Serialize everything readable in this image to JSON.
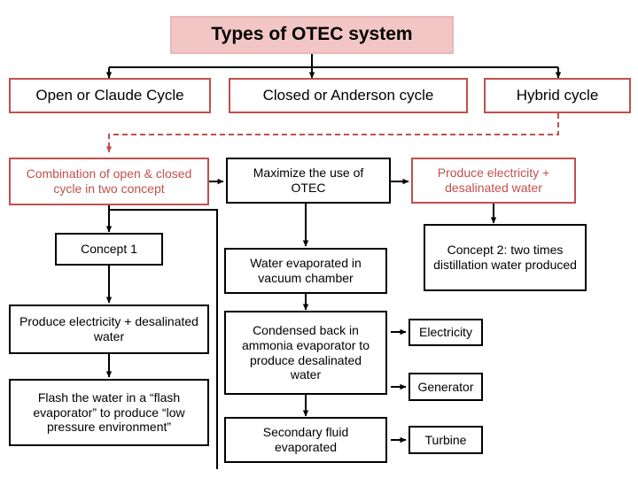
{
  "diagram": {
    "title": "Types of OTEC system",
    "nodes": [
      {
        "id": "title",
        "label": "Types of OTEC system"
      },
      {
        "id": "open",
        "label": "Open or Claude Cycle"
      },
      {
        "id": "closed",
        "label": "Closed or Anderson cycle"
      },
      {
        "id": "hybrid",
        "label": "Hybrid cycle"
      },
      {
        "id": "combo",
        "label": "Combination of open & closed cycle in two concept"
      },
      {
        "id": "maximize",
        "label": "Maximize the use of OTEC"
      },
      {
        "id": "produce1",
        "label": "Produce electricity + desalinated water"
      },
      {
        "id": "concept1",
        "label": "Concept 1"
      },
      {
        "id": "water",
        "label": "Water evaporated in vacuum chamber"
      },
      {
        "id": "concept2",
        "label": "Concept 2: two times distillation water produced"
      },
      {
        "id": "produce2",
        "label": "Produce electricity + desalinated water"
      },
      {
        "id": "condensed",
        "label": "Condensed back in ammonia evaporator to produce desalinated water"
      },
      {
        "id": "electricity",
        "label": "Electricity"
      },
      {
        "id": "flash",
        "label": "Flash the water in a “flash evaporator” to produce “low pressure environment”"
      },
      {
        "id": "generator",
        "label": "Generator"
      },
      {
        "id": "secondary",
        "label": "Secondary fluid evaporated"
      },
      {
        "id": "turbine",
        "label": "Turbine"
      }
    ],
    "colors": {
      "title_fill": "#f2c6c4",
      "title_border": "#e9b8b6",
      "red_border": "#c0504d",
      "red_text": "#c0504d",
      "black": "#000000",
      "connector_black": "#000000",
      "connector_red_dashed": "#c0504d"
    }
  }
}
